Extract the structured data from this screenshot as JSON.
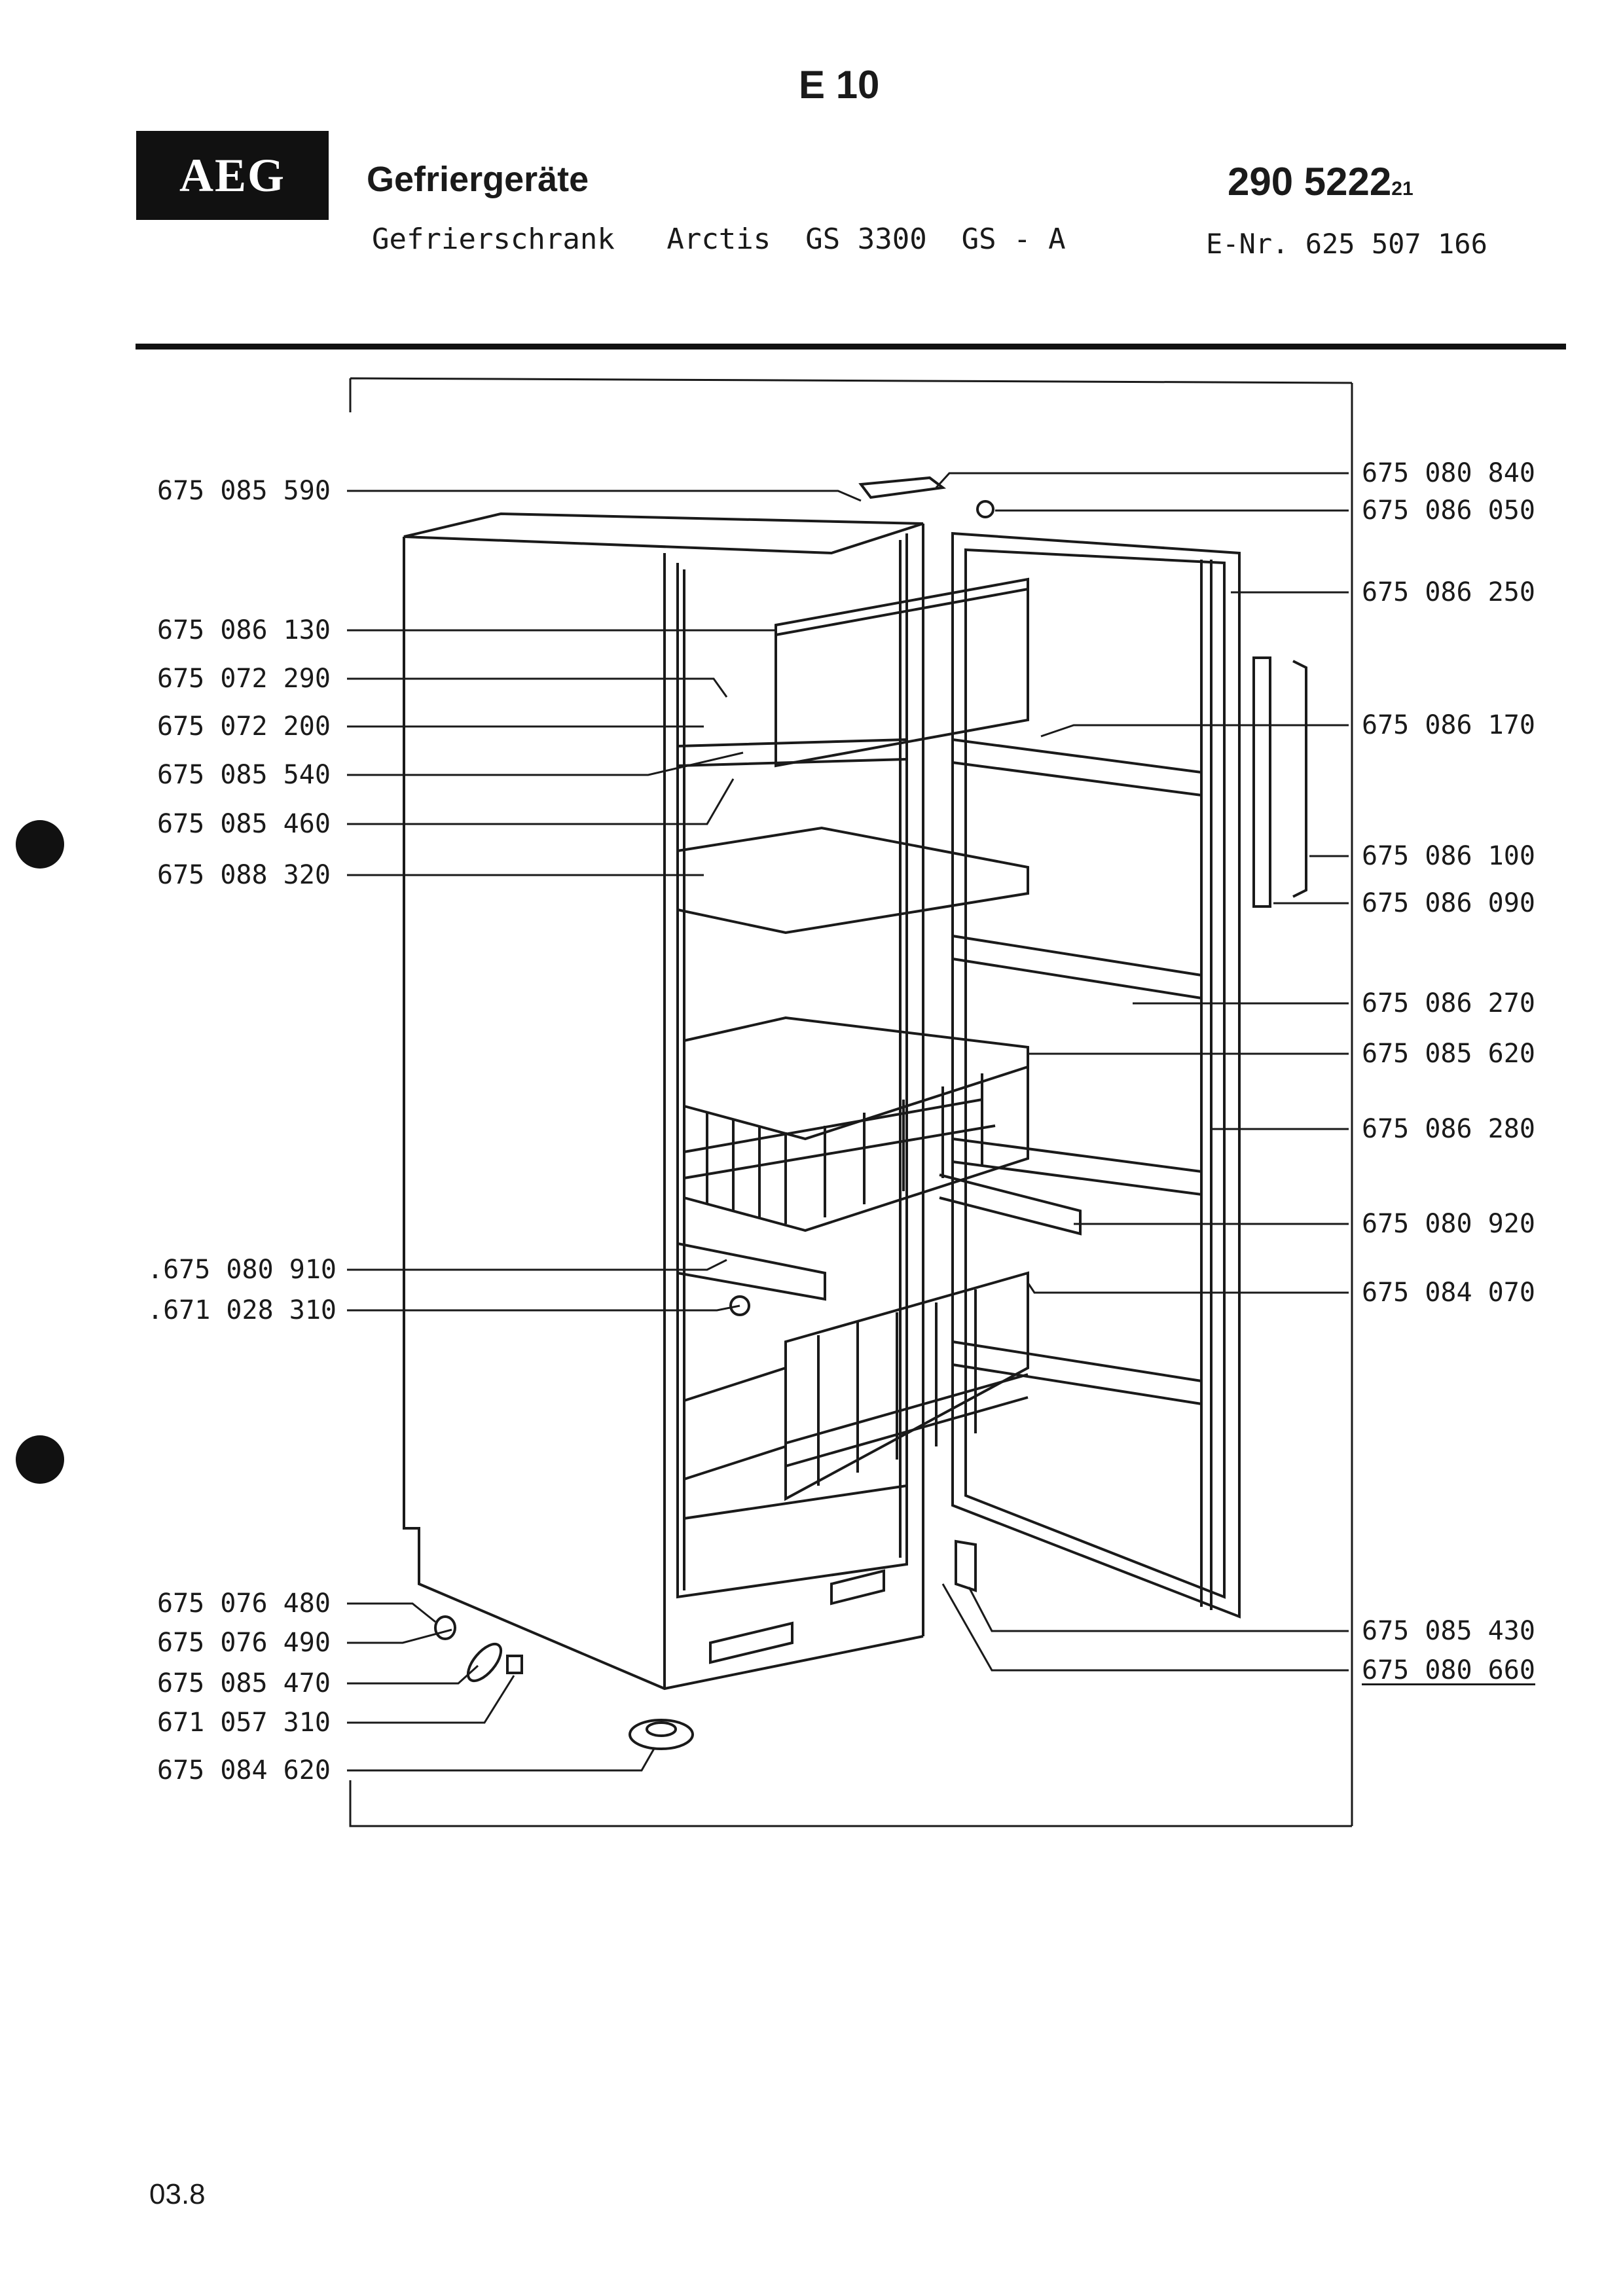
{
  "header": {
    "sheet_code": "E 10",
    "brand": "AEG",
    "category": "Gefriergeräte",
    "subtitle": "Gefrierschrank   Arctis  GS 3300  GS - A",
    "doc_number_main": "290 5222",
    "doc_number_suffix": "21",
    "e_nr": "E-Nr. 625 507 166"
  },
  "parts_left": [
    {
      "id": "675 085 590"
    },
    {
      "id": "675 086 130"
    },
    {
      "id": "675 072 290"
    },
    {
      "id": "675 072 200"
    },
    {
      "id": "675 085 540"
    },
    {
      "id": "675 085 460"
    },
    {
      "id": "675 088 320"
    },
    {
      "id": ".675 080 910"
    },
    {
      "id": ".671 028 310"
    },
    {
      "id": "675 076 480"
    },
    {
      "id": "675 076 490"
    },
    {
      "id": "675 085 470"
    },
    {
      "id": "671 057 310"
    },
    {
      "id": "675 084 620"
    }
  ],
  "parts_right": [
    {
      "id": "675 080 840"
    },
    {
      "id": "675 086 050"
    },
    {
      "id": "675 086 250"
    },
    {
      "id": "675 086 170"
    },
    {
      "id": "675 086 100"
    },
    {
      "id": "675 086 090"
    },
    {
      "id": "675 086 270"
    },
    {
      "id": "675 085 620"
    },
    {
      "id": "675 086 280"
    },
    {
      "id": "675 080 920"
    },
    {
      "id": "675 084 070"
    },
    {
      "id": "675 085 430"
    },
    {
      "id": "675 080 660"
    }
  ],
  "footer": {
    "date": "03.8"
  }
}
